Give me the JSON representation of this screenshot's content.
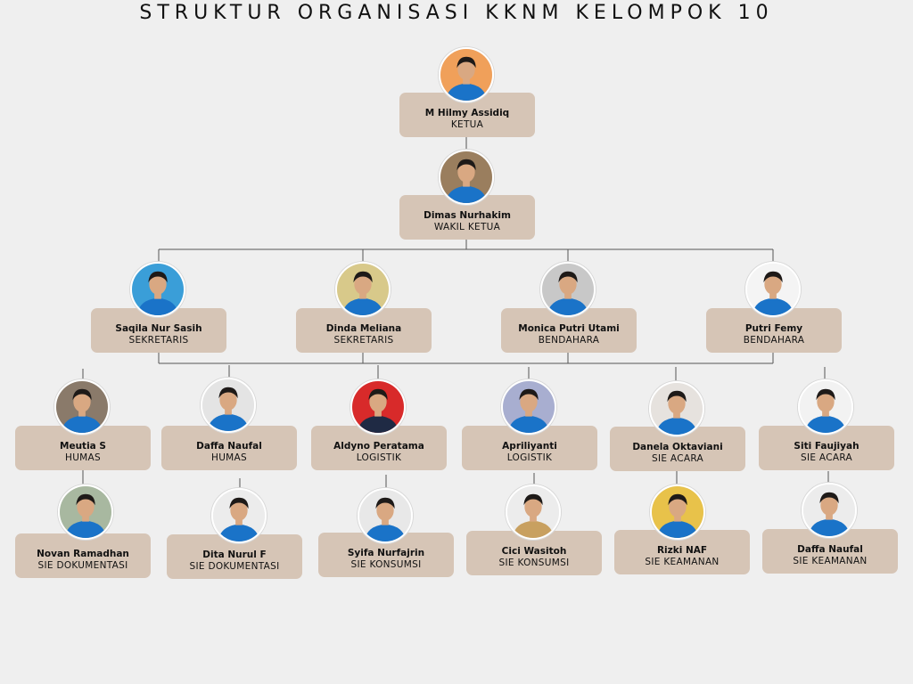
{
  "title": "STRUKTUR ORGANISASI KKNM KELOMPOK 10",
  "members": [
    {
      "id": "hilmy",
      "name": "M Hilmy Assidiq",
      "role": "KETUA",
      "bg": "#f0a05a",
      "shirt": "#1a73c8"
    },
    {
      "id": "dimas",
      "name": "Dimas Nurhakim",
      "role": "WAKIL KETUA",
      "bg": "#9a7e5e",
      "shirt": "#1a73c8"
    },
    {
      "id": "saqila",
      "name": "Saqila Nur Sasih",
      "role": "SEKRETARIS",
      "bg": "#3a9ed8",
      "shirt": "#1a73c8"
    },
    {
      "id": "dinda",
      "name": "Dinda Meliana",
      "role": "SEKRETARIS",
      "bg": "#d8c98a",
      "shirt": "#1a73c8"
    },
    {
      "id": "monica",
      "name": "Monica Putri Utami",
      "role": "BENDAHARA",
      "bg": "#c8c8c8",
      "shirt": "#1a73c8"
    },
    {
      "id": "femy",
      "name": "Putri Femy",
      "role": "BENDAHARA",
      "bg": "#f4f4f4",
      "shirt": "#1a73c8"
    },
    {
      "id": "meutia",
      "name": "Meutia S",
      "role": "HUMAS",
      "bg": "#8a7a6a",
      "shirt": "#1a73c8"
    },
    {
      "id": "daffa1",
      "name": "Daffa Naufal",
      "role": "HUMAS",
      "bg": "#e4e4e4",
      "shirt": "#1a73c8"
    },
    {
      "id": "aldyno",
      "name": "Aldyno Peratama",
      "role": "LOGISTIK",
      "bg": "#d82a2a",
      "shirt": "#1f2a44"
    },
    {
      "id": "apriliyanti",
      "name": "Apriliyanti",
      "role": "LOGISTIK",
      "bg": "#a8aed0",
      "shirt": "#1a73c8"
    },
    {
      "id": "danela",
      "name": "Danela Oktaviani",
      "role": "SIE ACARA",
      "bg": "#e6e2de",
      "shirt": "#1a73c8"
    },
    {
      "id": "siti",
      "name": "Siti Faujiyah",
      "role": "SIE ACARA",
      "bg": "#f2f2f2",
      "shirt": "#1a73c8"
    },
    {
      "id": "novan",
      "name": "Novan Ramadhan",
      "role": "SIE DOKUMENTASI",
      "bg": "#a8b8a0",
      "shirt": "#1a73c8"
    },
    {
      "id": "dita",
      "name": "Dita Nurul F",
      "role": "SIE DOKUMENTASI",
      "bg": "#ececec",
      "shirt": "#1a73c8"
    },
    {
      "id": "syifa",
      "name": "Syifa Nurfajrin",
      "role": "SIE KONSUMSI",
      "bg": "#e8e8e8",
      "shirt": "#1a73c8"
    },
    {
      "id": "cici",
      "name": "Cici Wasitoh",
      "role": "SIE KONSUMSI",
      "bg": "#ececec",
      "shirt": "#c8a060"
    },
    {
      "id": "rizki",
      "name": "Rizki NAF",
      "role": "SIE KEAMANAN",
      "bg": "#e8c24a",
      "shirt": "#1a73c8"
    },
    {
      "id": "daffa2",
      "name": "Daffa Naufal",
      "role": "SIE KEAMANAN",
      "bg": "#ececec",
      "shirt": "#1a73c8"
    }
  ],
  "colors": {
    "card": "#d6c5b6",
    "line": "#555555",
    "text": "#111111"
  }
}
